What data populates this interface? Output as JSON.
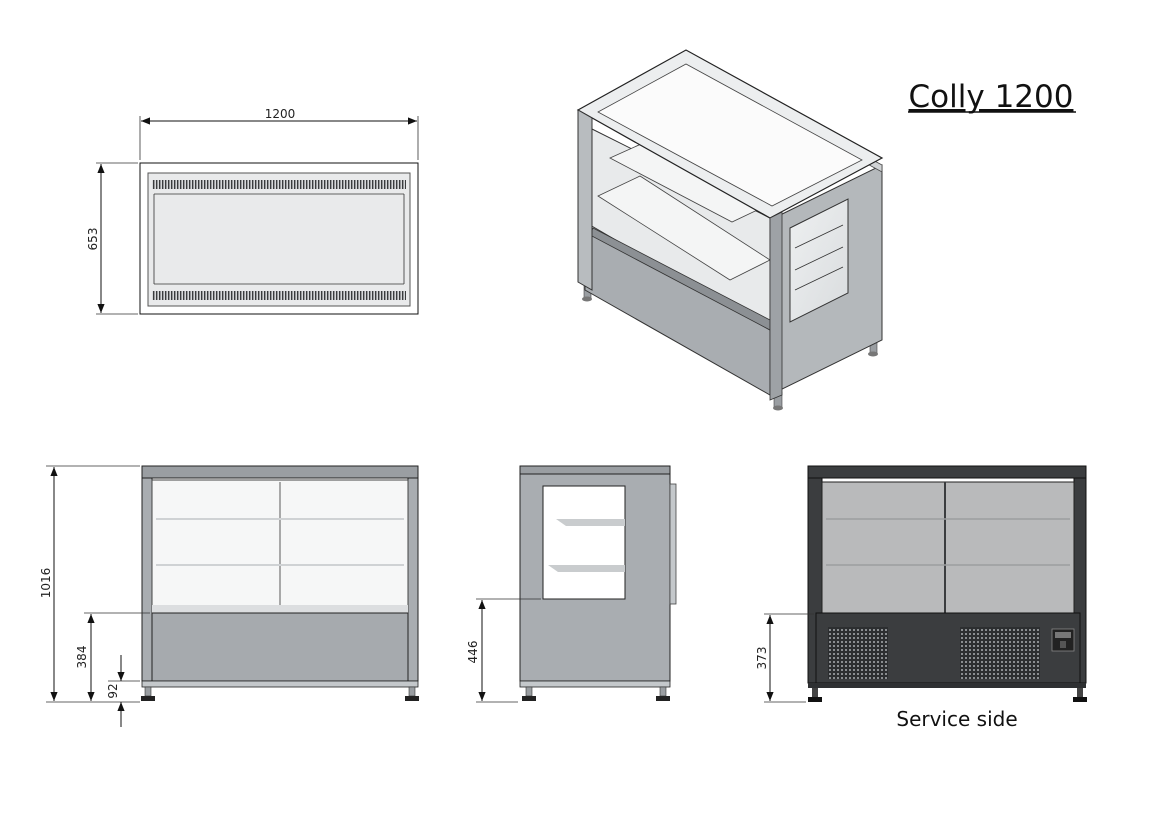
{
  "title": "Colly 1200",
  "caption_service": "Service side",
  "dimensions": {
    "width": "1200",
    "depth": "653",
    "height": "1016",
    "counter_height_front": "384",
    "leg_height": "92",
    "side_window_height": "446",
    "service_panel_height": "373"
  },
  "colors": {
    "steel": "#a9adb1",
    "steel_light": "#c4c8cb",
    "glass": "#f2f3f3",
    "dark_body": "#3b3d3f",
    "dark_glass": "#b9babb"
  }
}
